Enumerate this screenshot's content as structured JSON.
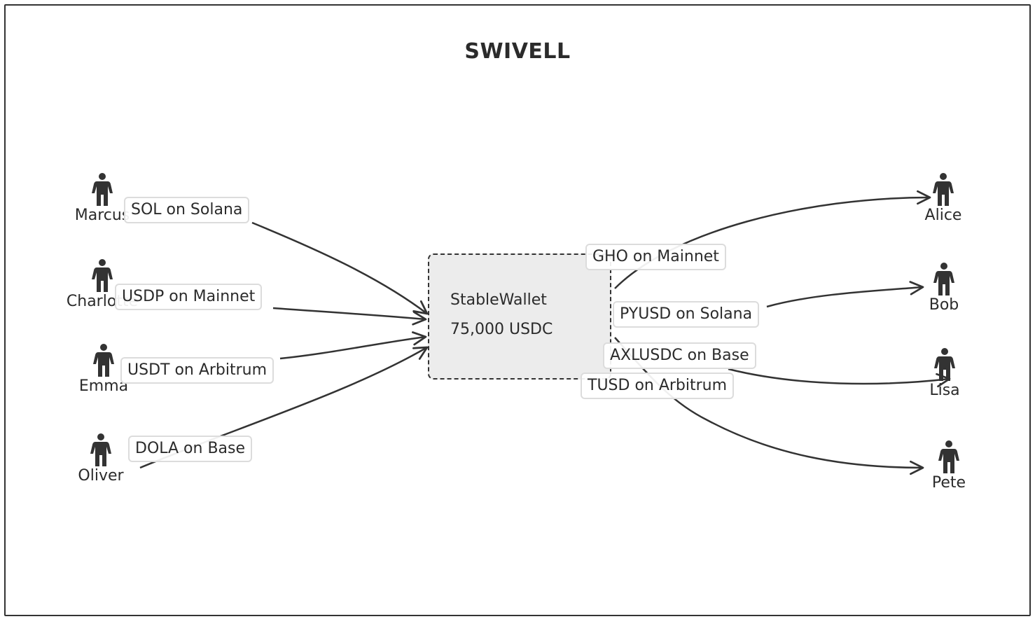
{
  "title": "SWIVELL",
  "wallet": {
    "name": "StableWallet",
    "balance": "75,000 USDC"
  },
  "senders": [
    {
      "name": "Marcus",
      "route": "SOL on Solana"
    },
    {
      "name": "Charlotte",
      "route": "USDP on Mainnet"
    },
    {
      "name": "Emma",
      "route": "USDT on Arbitrum"
    },
    {
      "name": "Oliver",
      "route": "DOLA on Base"
    }
  ],
  "recipients": [
    {
      "name": "Alice",
      "route": "GHO on Mainnet"
    },
    {
      "name": "Bob",
      "route": "PYUSD on Solana"
    },
    {
      "name": "Lisa",
      "route": "AXLUSDC on Base"
    },
    {
      "name": "Pete",
      "route": "TUSD on Arbitrum"
    }
  ],
  "colors": {
    "stroke": "#333333",
    "wallet_fill": "#ececec",
    "label_border": "#dcdcdc"
  },
  "icons": {
    "person": "person-icon"
  }
}
